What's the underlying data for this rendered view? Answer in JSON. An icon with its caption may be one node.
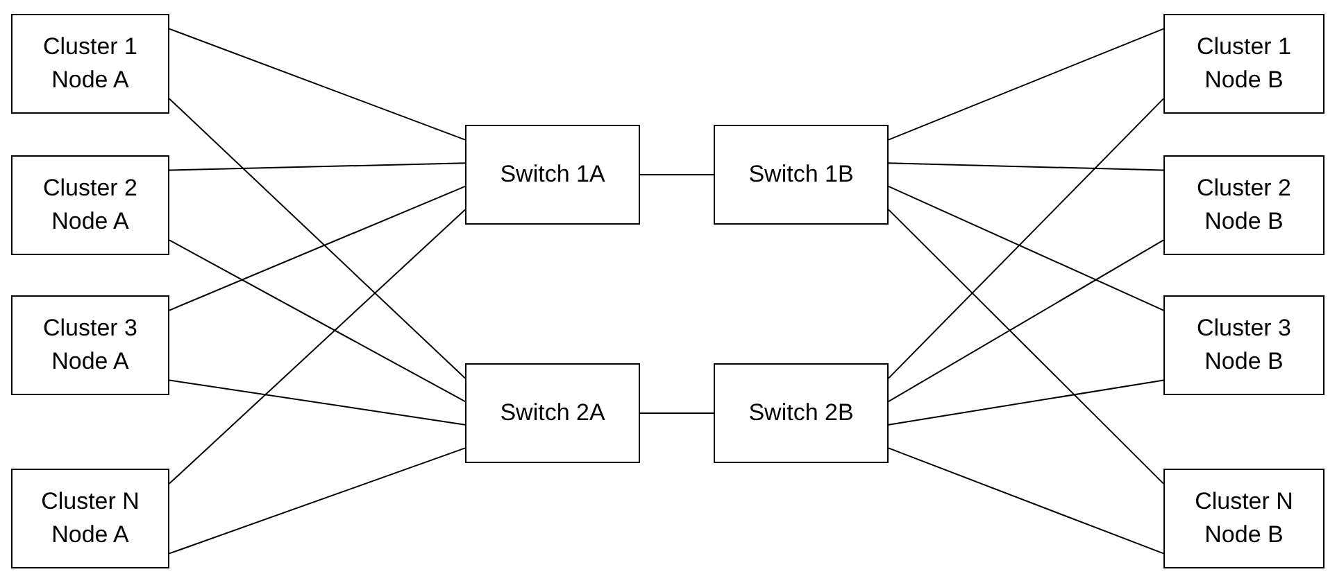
{
  "diagram": {
    "nodes": [
      {
        "text": [
          "Cluster 1 Node A"
        ]
      },
      {
        "text": [
          "Cluster 2 Node A"
        ]
      },
      {
        "text": [
          "Cluster 3 Node A"
        ]
      },
      {
        "text": [
          "Cluster N Node A"
        ]
      },
      {
        "text": [
          "Switch 1A"
        ]
      },
      {
        "text": [
          "Switch 1B"
        ]
      },
      {
        "text": [
          "Switch 2A"
        ]
      },
      {
        "text": [
          "Switch 2B"
        ]
      },
      {
        "text": [
          "Cluster 1 Node B"
        ]
      },
      {
        "text": [
          "Cluster 2 Node B"
        ]
      },
      {
        "text": [
          "Cluster 3 Node B"
        ]
      },
      {
        "text": [
          "Cluster N Node B"
        ]
      }
    ],
    "edges": [
      {
        "from": 0,
        "to": 4,
        "arrow": "none"
      },
      {
        "from": 0,
        "to": 6,
        "arrow": "none"
      },
      {
        "from": 1,
        "to": 4,
        "arrow": "none"
      },
      {
        "from": 1,
        "to": 6,
        "arrow": "none"
      },
      {
        "from": 2,
        "to": 4,
        "arrow": "none"
      },
      {
        "from": 2,
        "to": 6,
        "arrow": "none"
      },
      {
        "from": 3,
        "to": 4,
        "arrow": "none"
      },
      {
        "from": 3,
        "to": 6,
        "arrow": "none"
      },
      {
        "from": 4,
        "to": 5,
        "arrow": "none"
      },
      {
        "from": 6,
        "to": 7,
        "arrow": "none"
      },
      {
        "from": 5,
        "to": 8,
        "arrow": "none"
      },
      {
        "from": 5,
        "to": 9,
        "arrow": "none"
      },
      {
        "from": 5,
        "to": 10,
        "arrow": "none"
      },
      {
        "from": 5,
        "to": 11,
        "arrow": "none"
      },
      {
        "from": 7,
        "to": 8,
        "arrow": "none"
      },
      {
        "from": 7,
        "to": 9,
        "arrow": "none"
      },
      {
        "from": 7,
        "to": 10,
        "arrow": "none"
      },
      {
        "from": 7,
        "to": 11,
        "arrow": "none"
      }
    ]
  }
}
